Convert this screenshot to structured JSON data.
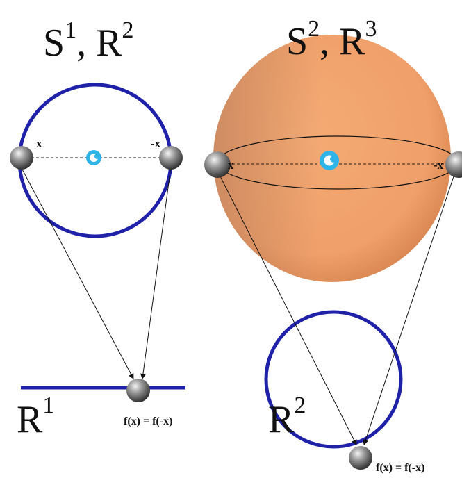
{
  "left_panel": {
    "title_base_1": "S",
    "title_sup_1": "1",
    "title_sep": ", ",
    "title_base_2": "R",
    "title_sup_2": "2",
    "point_x_label": "x",
    "point_negx_label": "-x",
    "center_label": "c",
    "line_label_base": "R",
    "line_label_sup": "1",
    "equation": "f(x) = f(-x)"
  },
  "right_panel": {
    "title_base_1": "S",
    "title_sup_1": "2",
    "title_sep": ", ",
    "title_base_2": "R",
    "title_sup_2": "3",
    "point_x_label": "x",
    "point_negx_label": "-x",
    "center_label": "c",
    "circle_label_base": "R",
    "circle_label_sup": "2",
    "equation": "f(x) = f(-x)"
  },
  "colors": {
    "circle_blue": "#1f22a8",
    "sphere_orange": "#f2a36e",
    "center_cyan": "#2fb4e8",
    "point_gray": "#7a7a7a"
  }
}
